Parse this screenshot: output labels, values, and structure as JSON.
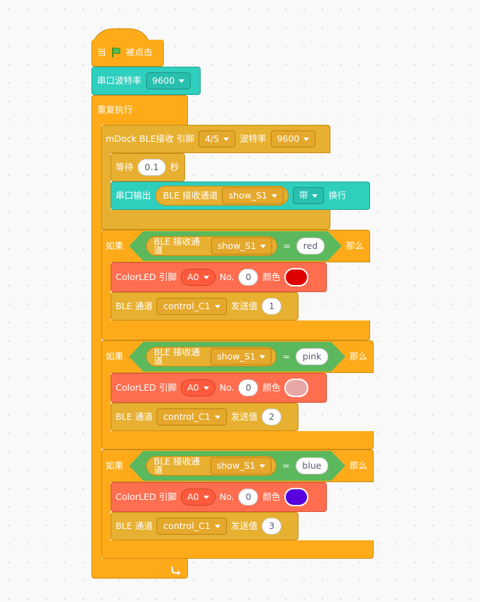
{
  "hat": {
    "when": "当",
    "clicked": "被点击"
  },
  "serial_baud": {
    "label": "串口波特率",
    "value": "9600"
  },
  "forever": {
    "label": "重复执行"
  },
  "ble_receive": {
    "label": "mDock BLE接收 引脚",
    "pin": "4/5",
    "baud_label": "波特率",
    "baud": "9600"
  },
  "wait": {
    "label": "等待",
    "value": "0.1",
    "unit": "秒"
  },
  "serial_print": {
    "label": "串口输出",
    "reporter_label": "BLE 接收通道",
    "channel": "show_S1",
    "mode": "带",
    "newline": "换行"
  },
  "if_blocks": [
    {
      "if_label": "如果",
      "reporter_label": "BLE 接收通道",
      "channel": "show_S1",
      "op": "=",
      "compare": "red",
      "then_label": "那么",
      "led_label": "ColorLED 引脚",
      "led_pin": "A0",
      "led_no_label": "No.",
      "led_no": "0",
      "led_color_label": "颜色",
      "led_color": "#dd0000",
      "send_label": "BLE 通道",
      "send_channel": "control_C1",
      "send_value_label": "发送值",
      "send_value": "1"
    },
    {
      "if_label": "如果",
      "reporter_label": "BLE 接收通道",
      "channel": "show_S1",
      "op": "=",
      "compare": "pink",
      "then_label": "那么",
      "led_label": "ColorLED 引脚",
      "led_pin": "A0",
      "led_no_label": "No.",
      "led_no": "0",
      "led_color_label": "颜色",
      "led_color": "#e8a7a7",
      "send_label": "BLE 通道",
      "send_channel": "control_C1",
      "send_value_label": "发送值",
      "send_value": "2"
    },
    {
      "if_label": "如果",
      "reporter_label": "BLE 接收通道",
      "channel": "show_S1",
      "op": "=",
      "compare": "blue",
      "then_label": "那么",
      "led_label": "ColorLED 引脚",
      "led_pin": "A0",
      "led_no_label": "No.",
      "led_no": "0",
      "led_color_label": "颜色",
      "led_color": "#5500dd",
      "send_label": "BLE 通道",
      "send_channel": "control_C1",
      "send_value_label": "发送值",
      "send_value": "3"
    }
  ],
  "icons": {
    "flag": "green-flag-icon",
    "loop": "loop-arrow-icon"
  },
  "colors": {
    "events": "#ffab19",
    "serial": "#2fcfbd",
    "ble": "#e8b030",
    "led": "#ff6e4f",
    "operator": "#5cb85c"
  }
}
